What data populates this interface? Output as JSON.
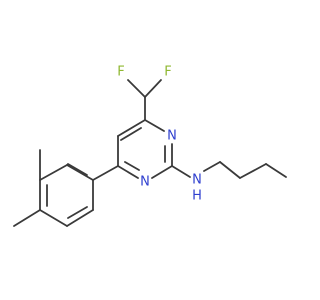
{
  "molecule": {
    "colors": {
      "bond": "#3a3a3a",
      "fluorine": "#8fb831",
      "nitrogen": "#2f3fcf"
    },
    "labels": {
      "f_left": "F",
      "f_right": "F",
      "n_ring_right": "N",
      "n_ring_bottom": "N",
      "amine_n": "N",
      "amine_h": "H"
    }
  }
}
